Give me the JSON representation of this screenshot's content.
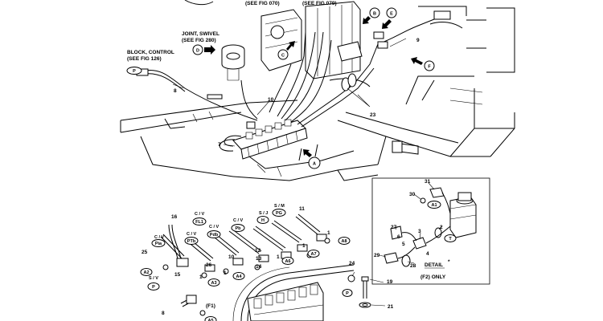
{
  "callouts": {
    "see_fig_070": "(SEE FIG 070)",
    "see_fig_079": "(SEE FIG 079)",
    "joint_swivel": "JOINT, SWIVEL",
    "see_fig_280": "(SEE FIG 280)",
    "block_control": "BLOCK, CONTROL",
    "see_fig_126": "(SEE FIG 126)"
  },
  "view_markers": {
    "a": "A",
    "b": "B",
    "c": "C",
    "d": "D",
    "e": "E",
    "f": "F"
  },
  "part_numbers_top": {
    "n7": "7",
    "n8": "8",
    "n9": "9",
    "n10": "10",
    "n23": "23"
  },
  "port_tags_top": {
    "p": "P"
  },
  "hose_labels": {
    "cv_pia": "C / V",
    "pia": "Pia",
    "cv_pt": "C / V",
    "pt": "PTb",
    "cv_pdb": "C / V",
    "pdb": "Pdb",
    "cv_pb": "C / V",
    "pb": "Pb",
    "cv_fl1": "C / V",
    "fl1": "FL1",
    "sm_pg": "S / M",
    "pg": "PG",
    "sj_h": "S / J",
    "h": "H",
    "sv_p": "S / V",
    "p": "P"
  },
  "part_numbers_bottom": {
    "n1a": "1",
    "n1b": "1",
    "n1c": "1",
    "n1d": "1",
    "n1e": "1",
    "n8": "8",
    "n10": "10",
    "n11": "11",
    "n12": "12",
    "n13": "13",
    "n14": "14",
    "n15": "15",
    "n16": "16",
    "n25": "25",
    "n26": "26"
  },
  "port_tags_bottom": {
    "a2": "A2",
    "a3": "A3",
    "a4": "A4",
    "a6": "A6",
    "a7": "A7",
    "a8": "A8",
    "a5": "A5"
  },
  "f1": "(F1)",
  "loose_parts": {
    "n24": "24",
    "n19": "19",
    "n21": "21",
    "p": "P"
  },
  "detail": {
    "n27": "27",
    "n28": "28",
    "n29": "29",
    "n30": "30",
    "n31": "31",
    "n2": "2",
    "n3": "3",
    "n4": "4",
    "n5": "5",
    "n6": "6",
    "a1": "A1",
    "t": "T",
    "title": "DETAIL",
    "star": "*",
    "subtitle": "(F2) ONLY"
  }
}
